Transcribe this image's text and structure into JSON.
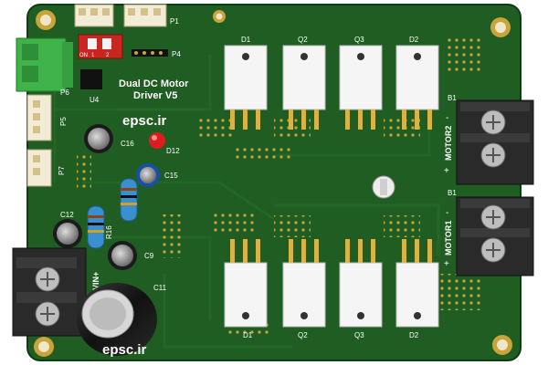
{
  "board": {
    "title_line1": "Dual DC Motor",
    "title_line2": "Driver V5",
    "brand_top": "epsc.ir",
    "brand_bottom": "epsc.ir",
    "colors": {
      "pcb": "#1f5d22",
      "pcb_dark": "#174a1a",
      "silk": "#ffffff",
      "pad": "#c9a43a",
      "terminal": "#2a2a2a",
      "dip": "#c8261f",
      "green_conn": "#3fb34a"
    }
  },
  "labels": {
    "p1": "P1",
    "p4": "P4",
    "p5": "P5",
    "p6": "P6",
    "p7": "P7",
    "u4": "U4",
    "on": "ON",
    "sw1": "1",
    "sw2": "2",
    "c16": "C16",
    "d12": "D12",
    "c15": "C15",
    "c12": "C12",
    "r16": "R16",
    "c9": "C9",
    "c11": "C11",
    "vin_plus": "VIN+",
    "b1_top": "B1",
    "b1_bottom": "B1",
    "motor2": "MOTOR2",
    "motor1": "MOTOR1",
    "m2_minus": "-",
    "m2_plus": "+",
    "m1_minus": "-",
    "m1_plus": "+",
    "top_d1": "D1",
    "top_q2": "Q2",
    "top_q3": "Q3",
    "top_d2": "D2",
    "bot_d1": "D1",
    "bot_q2": "Q2",
    "bot_q3": "Q3",
    "bot_d2": "D2"
  }
}
